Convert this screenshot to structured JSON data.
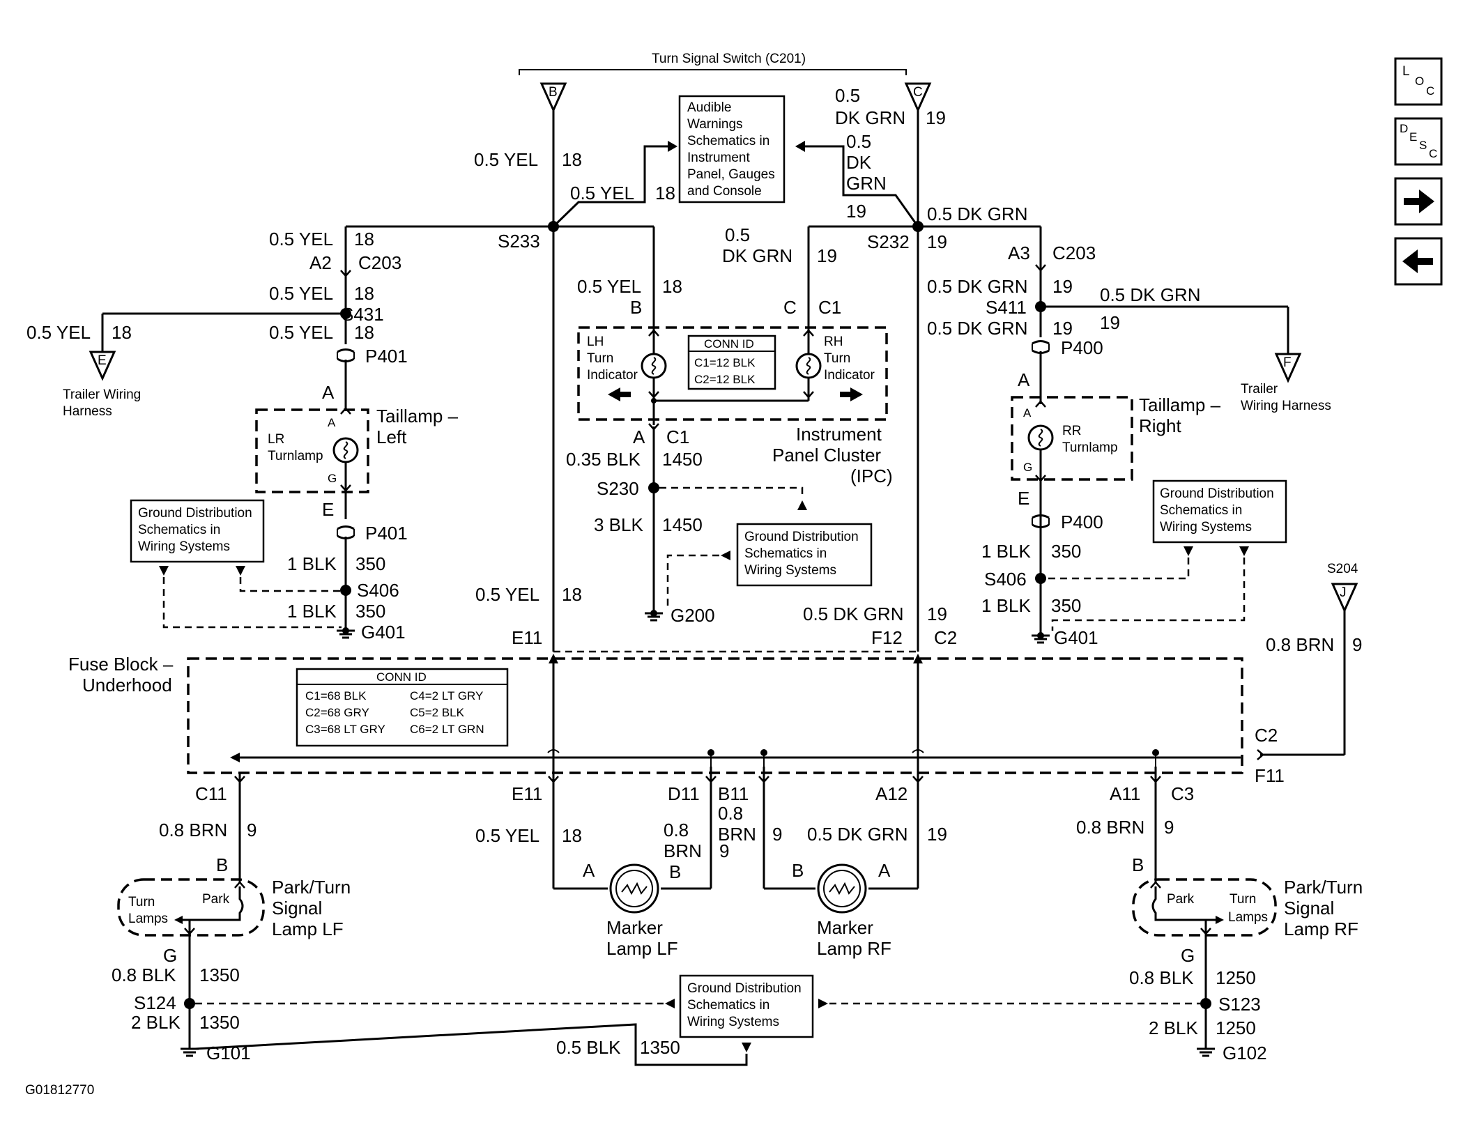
{
  "diagram_id": "G01812770",
  "header": "Turn Signal Switch (C201)",
  "wire_labels": {
    "yel05": "0.5 YEL",
    "dkgrn05": "0.5 DK GRN",
    "dk05": "0.5",
    "dk": "DK",
    "grn": "GRN",
    "dkgrn": "DK GRN",
    "blk1": "1 BLK",
    "blk035": "0.35 BLK",
    "blk3": "3 BLK",
    "brn08": "0.8 BRN",
    "brn": "BRN",
    "val08": "0.8",
    "blk08": "0.8 BLK",
    "blk2": "2 BLK",
    "blk05": "0.5 BLK",
    "c18": "18",
    "c19": "19",
    "c350": "350",
    "c1450": "1450",
    "c9": "9",
    "c1350": "1350",
    "c1250": "1250"
  },
  "connectors": {
    "B": "B",
    "C": "C",
    "A": "A",
    "E": "E",
    "G": "G",
    "F": "F",
    "J": "J",
    "A2": "A2",
    "A3": "A3",
    "C203": "C203",
    "C1": "C1",
    "C2": "C2",
    "C3": "C3",
    "E11": "E11",
    "F12": "F12",
    "F11": "F11",
    "C11": "C11",
    "D11": "D11",
    "B11": "B11",
    "A12": "A12",
    "A11": "A11",
    "P401": "P401",
    "P400": "P400"
  },
  "splices": {
    "S233": "S233",
    "S232": "S232",
    "S431": "S431",
    "S411": "S411",
    "S406": "S406",
    "S230": "S230",
    "S204": "S204",
    "S124": "S124",
    "S123": "S123"
  },
  "grounds": {
    "G401": "G401",
    "G200": "G200",
    "G101": "G101",
    "G102": "G102"
  },
  "components": {
    "trailer_left": [
      "Trailer Wiring",
      "Harness"
    ],
    "trailer_right": [
      "Trailer",
      "Wiring Harness"
    ],
    "taillamp_left": [
      "Taillamp –",
      "Left"
    ],
    "taillamp_right": [
      "Taillamp –",
      "Right"
    ],
    "lr_turnlamp": [
      "LR",
      "Turnlamp"
    ],
    "rr_turnlamp": [
      "RR",
      "Turnlamp"
    ],
    "lh_turn": [
      "LH",
      "Turn",
      "Indicator"
    ],
    "rh_turn": [
      "RH",
      "Turn",
      "Indicator"
    ],
    "ipc": [
      "Instrument",
      "Panel Cluster",
      "(IPC)"
    ],
    "fuse_block": [
      "Fuse Block –",
      "Underhood"
    ],
    "park_turn_lf": [
      "Park/Turn",
      "Signal",
      "Lamp LF"
    ],
    "park_turn_rf": [
      "Park/Turn",
      "Signal",
      "Lamp RF"
    ],
    "turn_lamps_left": [
      "Turn",
      "Lamps"
    ],
    "turn_lamps_right": [
      "Turn",
      "Lamps"
    ],
    "park": "Park",
    "marker_lf": [
      "Marker",
      "Lamp LF"
    ],
    "marker_rf": [
      "Marker",
      "Lamp RF"
    ]
  },
  "reference_boxes": {
    "audible": [
      "Audible",
      "Warnings",
      "Schematics in",
      "Instrument",
      "Panel, Gauges",
      "and Console"
    ],
    "ground_dist": [
      "Ground Distribution",
      "Schematics in",
      "Wiring Systems"
    ]
  },
  "ipc_conn_id": {
    "title": "CONN ID",
    "rows": [
      "C1=12 BLK",
      "C2=12 BLK"
    ]
  },
  "fuse_conn_id": {
    "title": "CONN ID",
    "left": [
      "C1=68 BLK",
      "C2=68 GRY",
      "C3=68 LT GRY"
    ],
    "right": [
      "C4=2 LT GRY",
      "C5=2 BLK",
      "C6=2 LT GRN"
    ]
  },
  "nav_buttons": {
    "loc": [
      "L",
      "O",
      "C"
    ],
    "desc": [
      "D",
      "E",
      "S",
      "C"
    ],
    "forward_icon": "arrow-right-icon",
    "back_icon": "arrow-left-icon"
  }
}
